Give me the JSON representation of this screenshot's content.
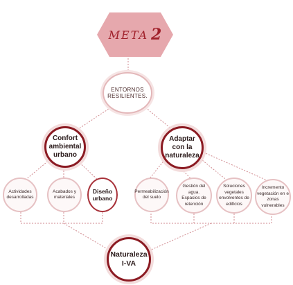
{
  "goal": {
    "word": "META",
    "number": "2"
  },
  "root": {
    "label": "ENTORNOS\nRESILIENTES."
  },
  "branches": [
    {
      "label": "Confort\nambiental\nurbano"
    },
    {
      "label": "Adaptar\ncon la\nnaturaleza"
    }
  ],
  "leaves": [
    {
      "label": "Actividades\ndesarrolladas"
    },
    {
      "label": "Acabados y\nmateriales"
    },
    {
      "label": "Diseño\nurbano"
    },
    {
      "label": "Permeabilización\ndel suelo"
    },
    {
      "label": "Gestión del agua.\nEspacios de\nretención"
    },
    {
      "label": "Soluciones\nvegetales\nenvolventes de\nedificios"
    },
    {
      "label": "Incremento\nvegetación en e\nzonas\nvulnerables"
    }
  ],
  "outcome": {
    "label": "Naturaleza\nI-VA"
  },
  "colors": {
    "accent": "#8b1a22",
    "hexagon": "#e6a8ad",
    "connector": "#d08a8f"
  }
}
